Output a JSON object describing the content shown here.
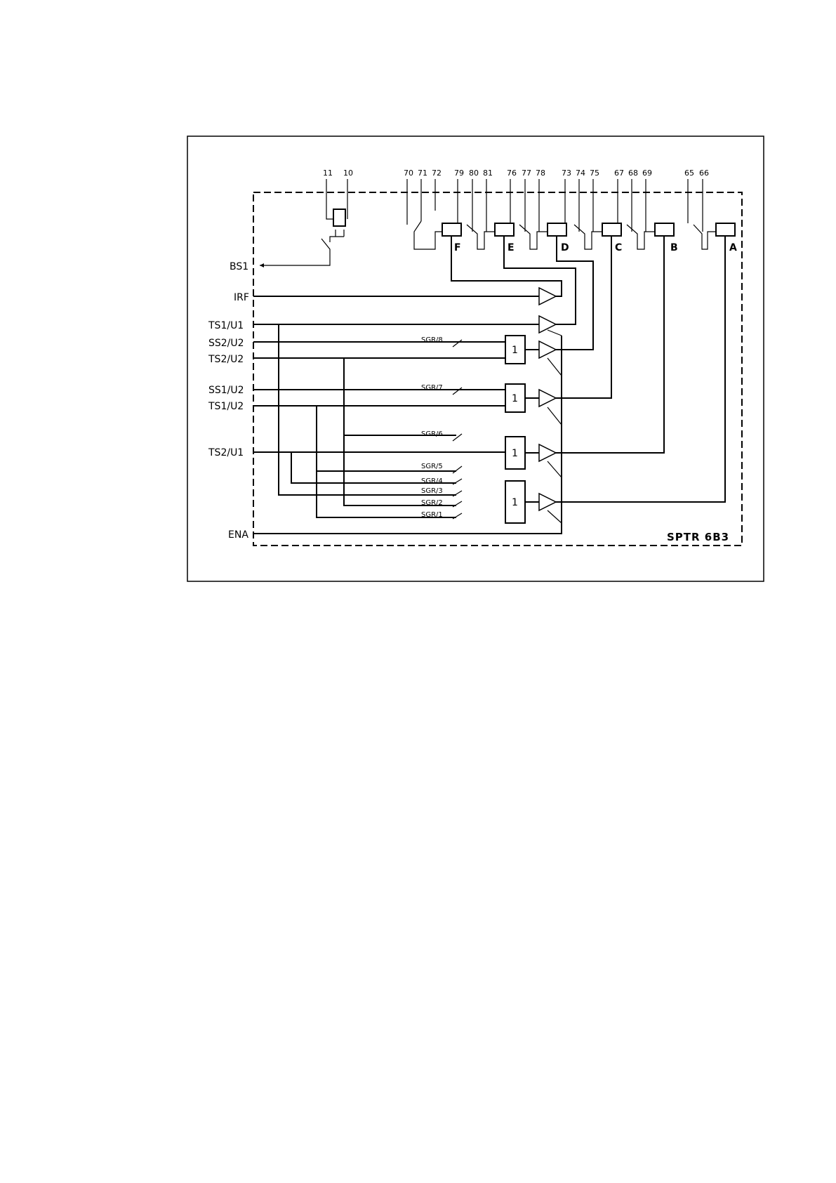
{
  "title": "SPTR 6B3",
  "terminals": {
    "t11": "11",
    "t10": "10",
    "t70": "70",
    "t71": "71",
    "t72": "72",
    "t79": "79",
    "t80": "80",
    "t81": "81",
    "t76": "76",
    "t77": "77",
    "t78": "78",
    "t73": "73",
    "t74": "74",
    "t75": "75",
    "t67": "67",
    "t68": "68",
    "t69": "69",
    "t65": "65",
    "t66": "66"
  },
  "relays": {
    "F": "F",
    "E": "E",
    "D": "D",
    "C": "C",
    "B": "B",
    "A": "A"
  },
  "signals": {
    "bs1": "BS1",
    "irf": "IRF",
    "ts1_u1": "TS1/U1",
    "ss2_u2": "SS2/U2",
    "ts2_u2": "TS2/U2",
    "ss1_u2": "SS1/U2",
    "ts1_u2": "TS1/U2",
    "ts2_u1": "TS2/U1",
    "ena": "ENA"
  },
  "switches": {
    "sgr8": "SGR/8",
    "sgr7": "SGR/7",
    "sgr6": "SGR/6",
    "sgr5": "SGR/5",
    "sgr4": "SGR/4",
    "sgr3": "SGR/3",
    "sgr2": "SGR/2",
    "sgr1": "SGR/1"
  },
  "gate_label": "1"
}
